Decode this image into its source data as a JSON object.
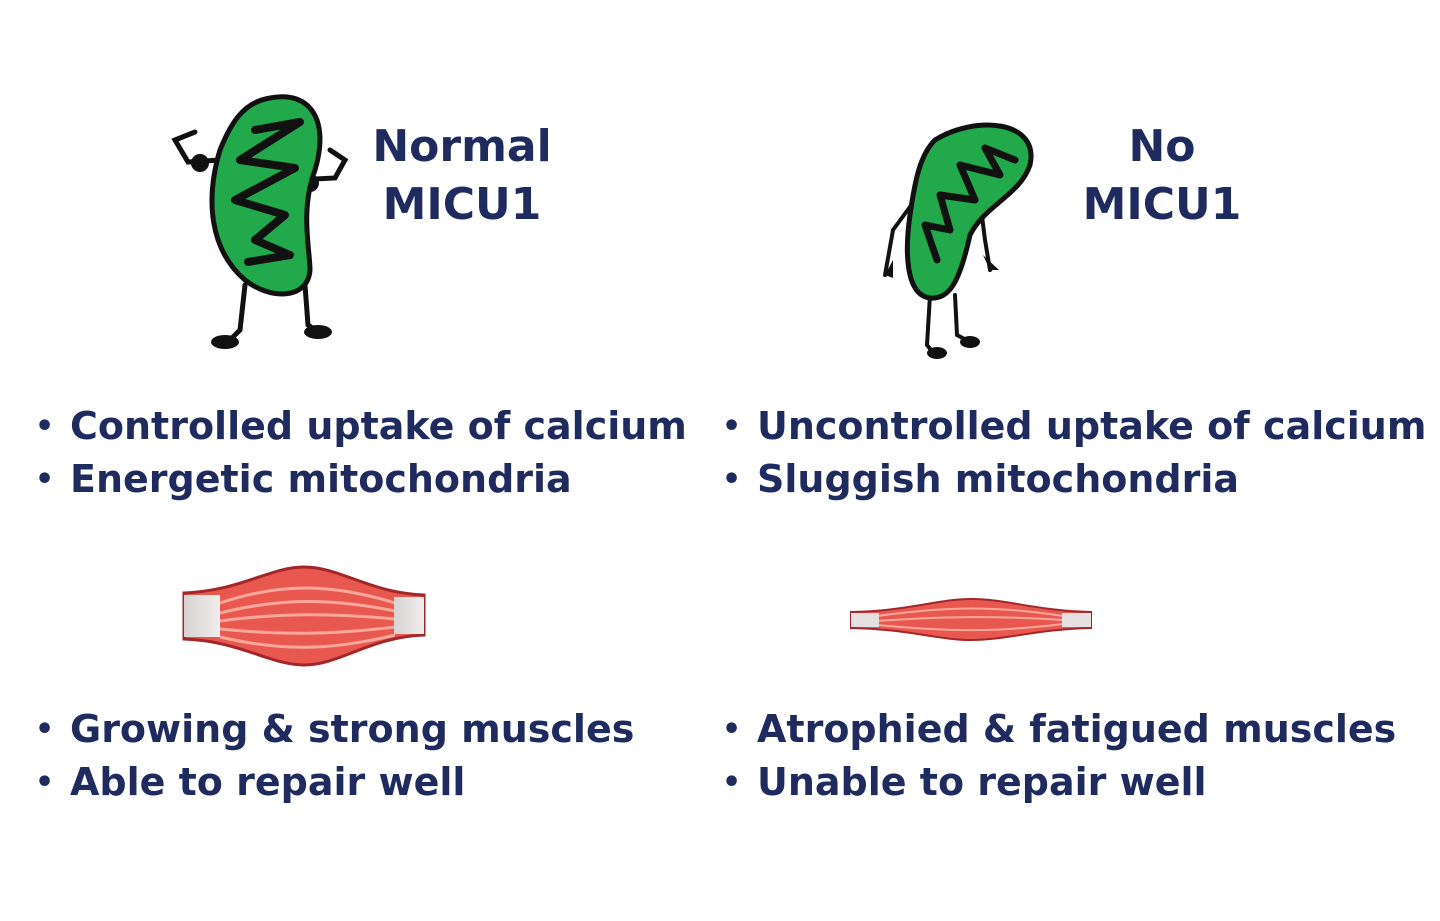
{
  "left": {
    "title_line1": "Normal",
    "title_line2": "MICU1",
    "cell_bullets": [
      "Controlled uptake of calcium",
      "Energetic mitochondria"
    ],
    "muscle_bullets": [
      "Growing & strong muscles",
      "Able to repair well"
    ],
    "icon": "flexing-mitochondrion-icon",
    "muscle_icon": "large-muscle-icon"
  },
  "right": {
    "title_line1": "No",
    "title_line2": "MICU1",
    "cell_bullets": [
      "Uncontrolled uptake of calcium",
      "Sluggish mitochondria"
    ],
    "muscle_bullets": [
      "Atrophied & fatigued muscles",
      "Unable to repair well"
    ],
    "icon": "droopy-mitochondrion-icon",
    "muscle_icon": "thin-muscle-icon"
  },
  "colors": {
    "text": "#1f2b5e",
    "mito": "#22a94b",
    "muscle": "#e8584f"
  }
}
